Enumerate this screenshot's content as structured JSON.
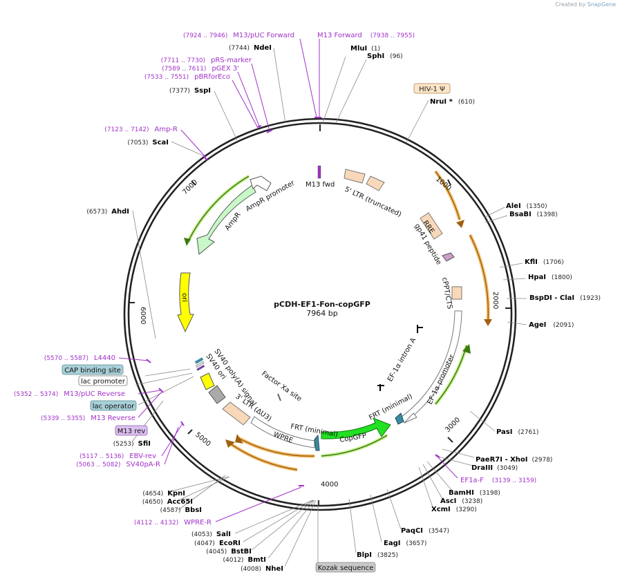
{
  "credit": {
    "prefix": "Created by",
    "brand": "SnapGene"
  },
  "plasmid": {
    "name": "pCDH-EF1-Fon-copGFP",
    "length": "7964 bp",
    "total_bp": 7964
  },
  "ticks": [
    "1000",
    "2000",
    "3000",
    "4000",
    "5000",
    "6000",
    "7000"
  ],
  "tick_values": [
    1000,
    2000,
    3000,
    4000,
    5000,
    6000,
    7000
  ],
  "sites": [
    {
      "name": "MluI",
      "pos": "(1)"
    },
    {
      "name": "SphI",
      "pos": "(96)"
    },
    {
      "name": "NruI *",
      "pos": "(610)"
    },
    {
      "name": "AleI",
      "pos": "(1350)"
    },
    {
      "name": "BsaBI",
      "pos": "(1398)"
    },
    {
      "name": "KflI",
      "pos": "(1706)"
    },
    {
      "name": "HpaI",
      "pos": "(1800)"
    },
    {
      "name": "BspDI - ClaI",
      "pos": "(1923)"
    },
    {
      "name": "AgeI",
      "pos": "(2091)"
    },
    {
      "name": "PasI",
      "pos": "(2761)"
    },
    {
      "name": "PaeR7I - XhoI",
      "pos": "(2978)"
    },
    {
      "name": "DraIII",
      "pos": "(3049)"
    },
    {
      "name": "BamHI",
      "pos": "(3198)"
    },
    {
      "name": "AscI",
      "pos": "(3238)"
    },
    {
      "name": "XcmI",
      "pos": "(3290)"
    },
    {
      "name": "PaqCI",
      "pos": "(3547)"
    },
    {
      "name": "EagI",
      "pos": "(3657)"
    },
    {
      "name": "BlpI",
      "pos": "(3825)"
    },
    {
      "name": "SalI",
      "pos": "(4053)"
    },
    {
      "name": "EcoRI",
      "pos": "(4047)"
    },
    {
      "name": "BstBI",
      "pos": "(4045)"
    },
    {
      "name": "BmtI",
      "pos": "(4012)"
    },
    {
      "name": "NheI",
      "pos": "(4008)"
    },
    {
      "name": "KpnI",
      "pos": "(4654)"
    },
    {
      "name": "Acc65I",
      "pos": "(4650)"
    },
    {
      "name": "BbsI",
      "pos": "(4587)"
    },
    {
      "name": "SfiI",
      "pos": "(5253)"
    },
    {
      "name": "AhdI",
      "pos": "(6573)"
    },
    {
      "name": "ScaI",
      "pos": "(7053)"
    },
    {
      "name": "SspI",
      "pos": "(7377)"
    },
    {
      "name": "NdeI",
      "pos": "(7744)"
    }
  ],
  "primers": [
    {
      "name": "M13/pUC Forward",
      "pos": "(7924 .. 7946)"
    },
    {
      "name": "M13 Forward",
      "pos": "(7938 .. 7955)"
    },
    {
      "name": "pRS-marker",
      "pos": "(7711 .. 7730)"
    },
    {
      "name": "pGEX 3'",
      "pos": "(7589 .. 7611)"
    },
    {
      "name": "pBRforEco",
      "pos": "(7533 .. 7551)"
    },
    {
      "name": "Amp-R",
      "pos": "(7123 .. 7142)"
    },
    {
      "name": "L4440",
      "pos": "(5570 .. 5587)"
    },
    {
      "name": "M13/pUC Reverse",
      "pos": "(5352 .. 5374)"
    },
    {
      "name": "M13 Reverse",
      "pos": "(5339 .. 5355)"
    },
    {
      "name": "EBV-rev",
      "pos": "(5117 .. 5136)"
    },
    {
      "name": "SV40pA-R",
      "pos": "(5063 .. 5082)"
    },
    {
      "name": "EF1a-F",
      "pos": "(3139 .. 3159)"
    },
    {
      "name": "WPRE-R",
      "pos": "(4112 .. 4132)"
    }
  ],
  "boxed_labels": [
    {
      "name": "HIV-1 Ψ"
    },
    {
      "name": "CAP binding site"
    },
    {
      "name": "lac promoter"
    },
    {
      "name": "lac operator"
    },
    {
      "name": "M13 rev"
    },
    {
      "name": "Kozak sequence"
    }
  ],
  "features": [
    {
      "name": "M13 fwd"
    },
    {
      "name": "5' LTR (truncated)"
    },
    {
      "name": "RRE"
    },
    {
      "name": "gp41 peptide"
    },
    {
      "name": "cPPT/CTS"
    },
    {
      "name": "EF-1α intron A"
    },
    {
      "name": "EF-1α promoter"
    },
    {
      "name": "FRT (minimal)"
    },
    {
      "name": "CopGFP"
    },
    {
      "name": "FRT (minimal)"
    },
    {
      "name": "WPRE"
    },
    {
      "name": "3' LTR (ΔU3)"
    },
    {
      "name": "Factor Xa site"
    },
    {
      "name": "SV40 poly(A) signal"
    },
    {
      "name": "SV40 ori"
    },
    {
      "name": "ori"
    },
    {
      "name": "AmpR"
    },
    {
      "name": "AmpR promoter"
    }
  ],
  "colors": {
    "backbone": "#222222",
    "primer": "#a030c8",
    "ltr": "#f8d8b8",
    "orange_track": "#e89a30",
    "green_track": "#78b030",
    "copgfp": "#22e022",
    "ampr": "#c8f8c8",
    "ori": "#ffff00",
    "cap_box": "#a8d0d8",
    "m13rev_box": "#dcc0f0",
    "kozak_box": "#c8c8c8"
  }
}
